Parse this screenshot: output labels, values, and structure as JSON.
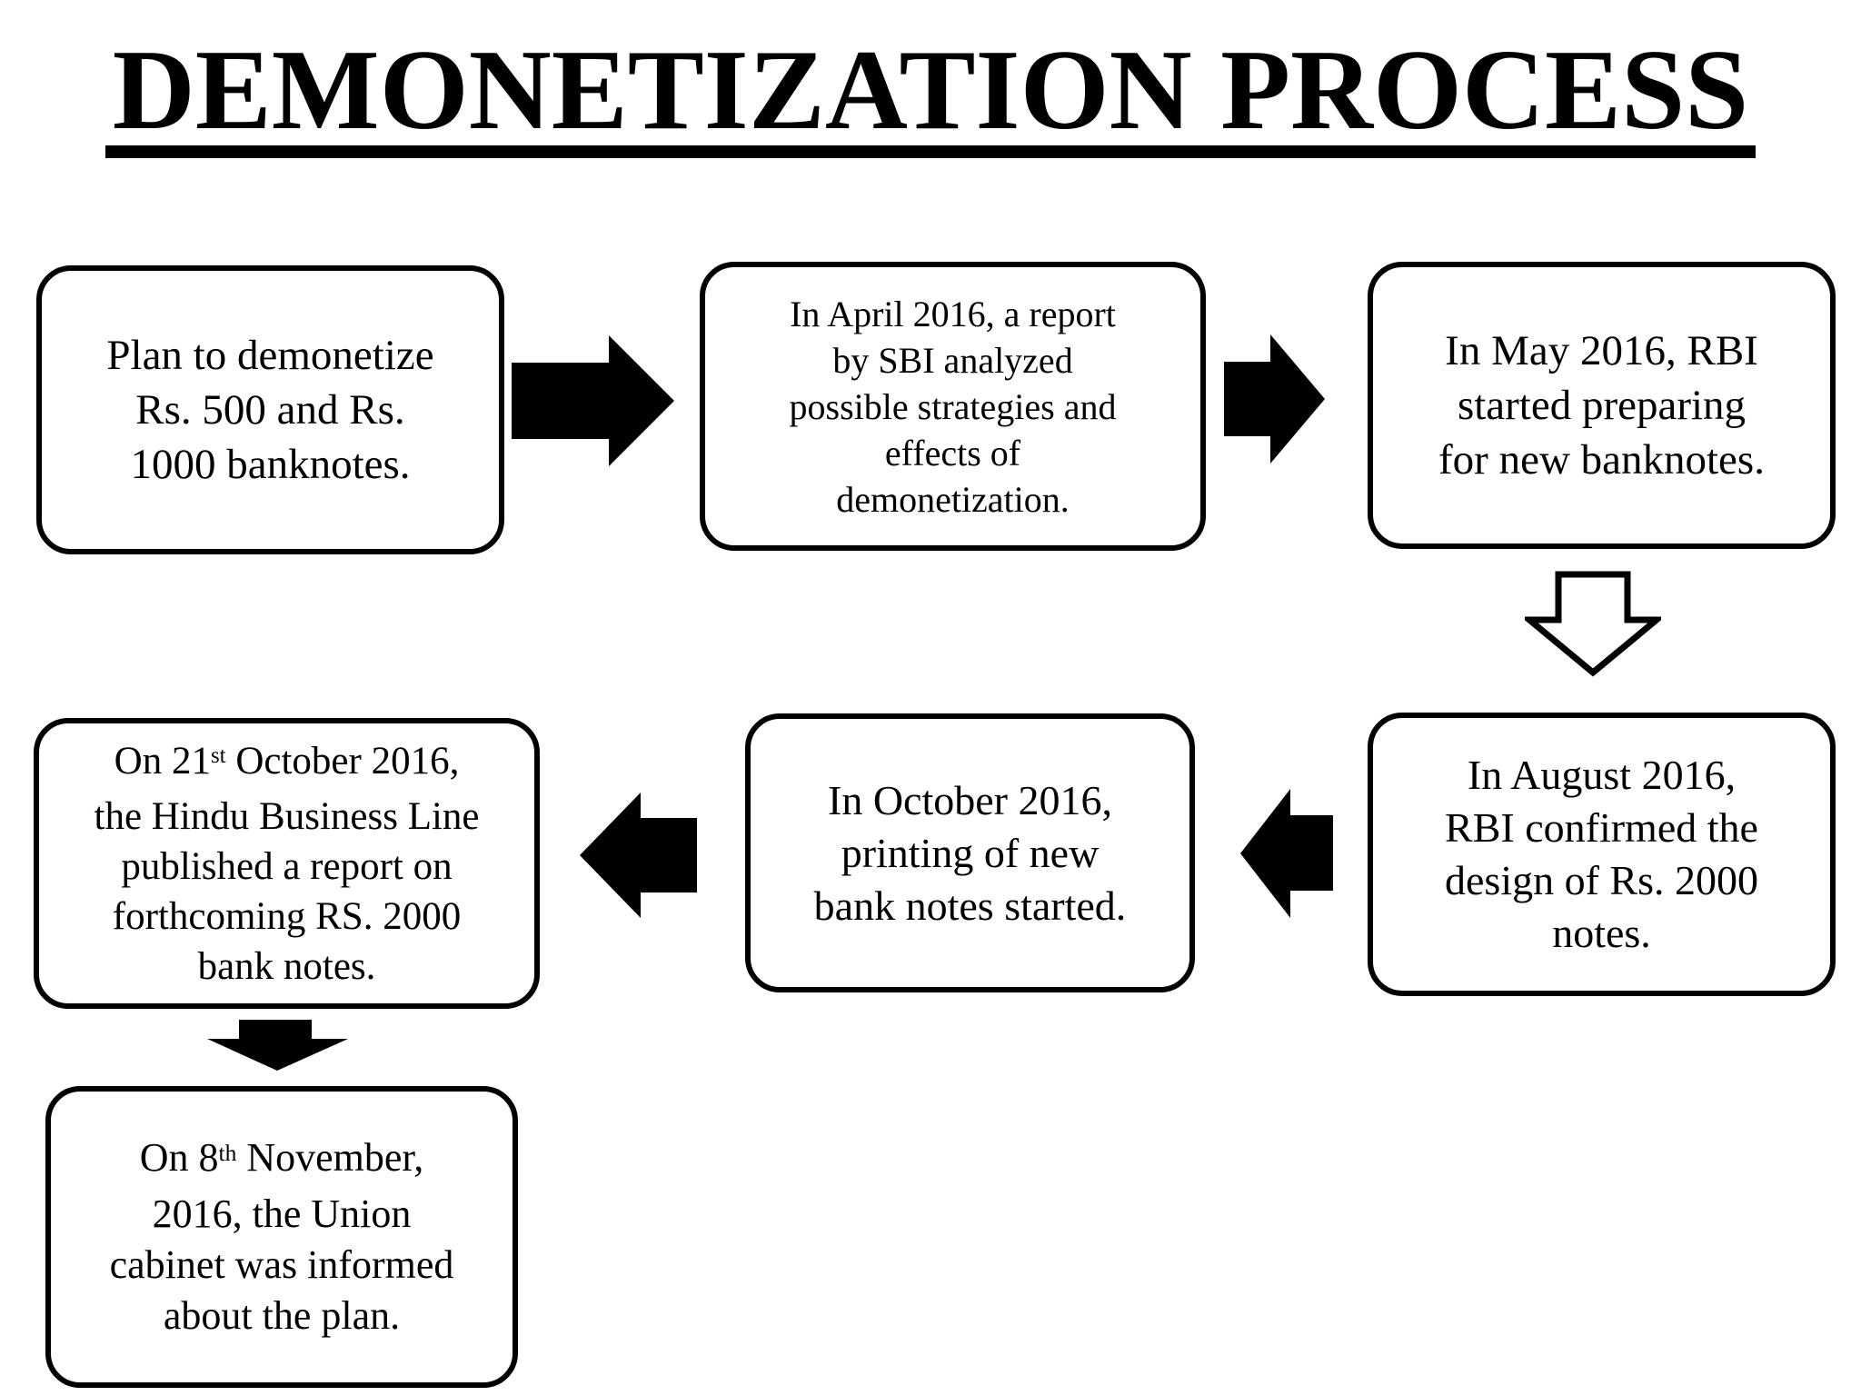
{
  "title": "DEMONETIZATION PROCESS",
  "colors": {
    "background": "#ffffff",
    "text": "#000000",
    "box_border": "#000000",
    "arrow_fill": "#000000",
    "outline_arrow_fill": "#ffffff"
  },
  "steps": [
    {
      "text": "Plan to demonetize Rs. 500 and Rs. 1000 banknotes.",
      "lines": [
        "Plan to demonetize",
        "Rs. 500 and Rs.",
        "1000 banknotes."
      ]
    },
    {
      "text": "In April 2016, a report by SBI analyzed possible strategies and effects of demonetization.",
      "lines": [
        "In April 2016, a report",
        "by SBI analyzed",
        "possible strategies and",
        "effects of",
        "demonetization."
      ]
    },
    {
      "text": "In May 2016, RBI started preparing for new banknotes.",
      "lines": [
        "In May 2016, RBI",
        "started preparing",
        "for new banknotes."
      ]
    },
    {
      "text": "In August 2016, RBI confirmed the design of Rs. 2000 notes.",
      "lines": [
        "In August 2016,",
        "RBI confirmed the",
        "design of Rs. 2000",
        "notes."
      ]
    },
    {
      "text": "In October 2016, printing of new bank notes started.",
      "lines": [
        "In October 2016,",
        "printing of new",
        "bank notes started."
      ]
    },
    {
      "text": "On 21st October 2016, the Hindu Business Line published a report on forthcoming RS. 2000 bank notes.",
      "lines": [
        {
          "pre": "On 21",
          "sup": "st",
          "post": " October 2016,"
        },
        "the Hindu Business Line",
        "published a report on",
        "forthcoming RS. 2000",
        "bank notes."
      ]
    },
    {
      "text": "On 8th November, 2016, the Union cabinet was informed about the plan.",
      "lines": [
        {
          "pre": "On 8",
          "sup": "th",
          "post": " November,"
        },
        "2016, the Union",
        "cabinet was informed",
        "about the plan."
      ]
    }
  ],
  "connectors": [
    {
      "from_step": 1,
      "to_step": 2,
      "direction": "right",
      "style": "solid"
    },
    {
      "from_step": 2,
      "to_step": 3,
      "direction": "right",
      "style": "solid"
    },
    {
      "from_step": 3,
      "to_step": 4,
      "direction": "down",
      "style": "outline"
    },
    {
      "from_step": 4,
      "to_step": 5,
      "direction": "left",
      "style": "solid"
    },
    {
      "from_step": 5,
      "to_step": 6,
      "direction": "left",
      "style": "solid"
    },
    {
      "from_step": 6,
      "to_step": 7,
      "direction": "down",
      "style": "solid"
    }
  ]
}
